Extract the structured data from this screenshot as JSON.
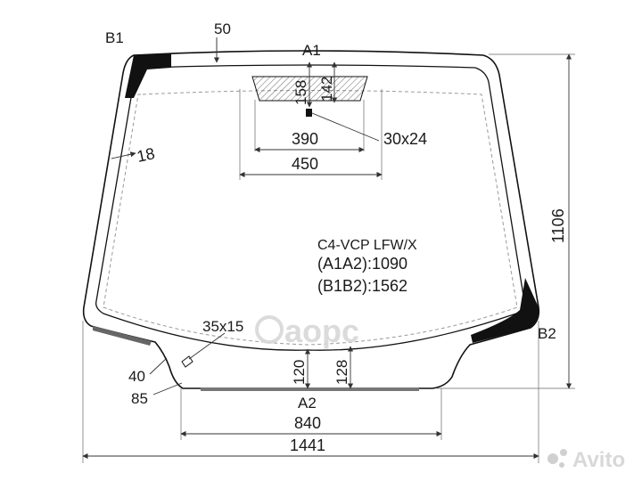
{
  "diagram": {
    "code": "C4-VCP LFW/X",
    "a1a2": "(A1A2):1090",
    "b1b2": "(B1B2):1562",
    "points": {
      "a1": "A1",
      "a2": "A2",
      "b1": "B1",
      "b2": "B2"
    },
    "dimensions": {
      "d50": "50",
      "d158": "158",
      "d142": "142",
      "d18": "18",
      "d390": "390",
      "d450": "450",
      "d30x24": "30x24",
      "d35x15": "35x15",
      "d120": "120",
      "d128": "128",
      "d40": "40",
      "d85": "85",
      "d840": "840",
      "d1441": "1441",
      "d1106": "1106"
    }
  },
  "watermarks": {
    "aopc": "аорс",
    "avito": "Avito"
  },
  "colors": {
    "line": "#111111",
    "dim_line": "#333333",
    "ceramic_band": "#111111",
    "lower_band": "#666666",
    "watermark": "#d8d8d8"
  }
}
